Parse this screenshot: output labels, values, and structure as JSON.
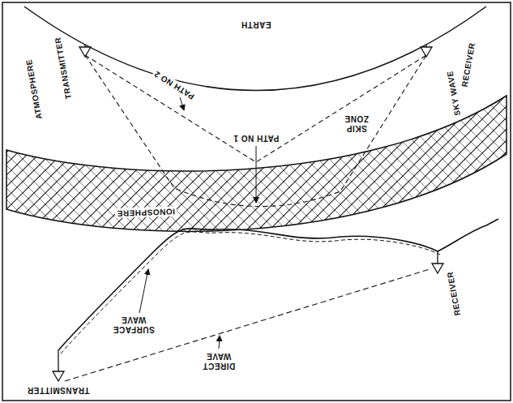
{
  "diagram": {
    "labels": [
      "TRANSMITTER",
      "EARTH",
      "RECEIVER",
      "ATMOSPHERE",
      "PATH NO 2",
      "PATH NO 1",
      "SKIP ZONE",
      "SKY WAVE",
      "IONOSPHERE",
      "SURFACE WAVE",
      "RECEIVER",
      "DIRECT WAVE",
      "TRANSMITTER"
    ]
  }
}
